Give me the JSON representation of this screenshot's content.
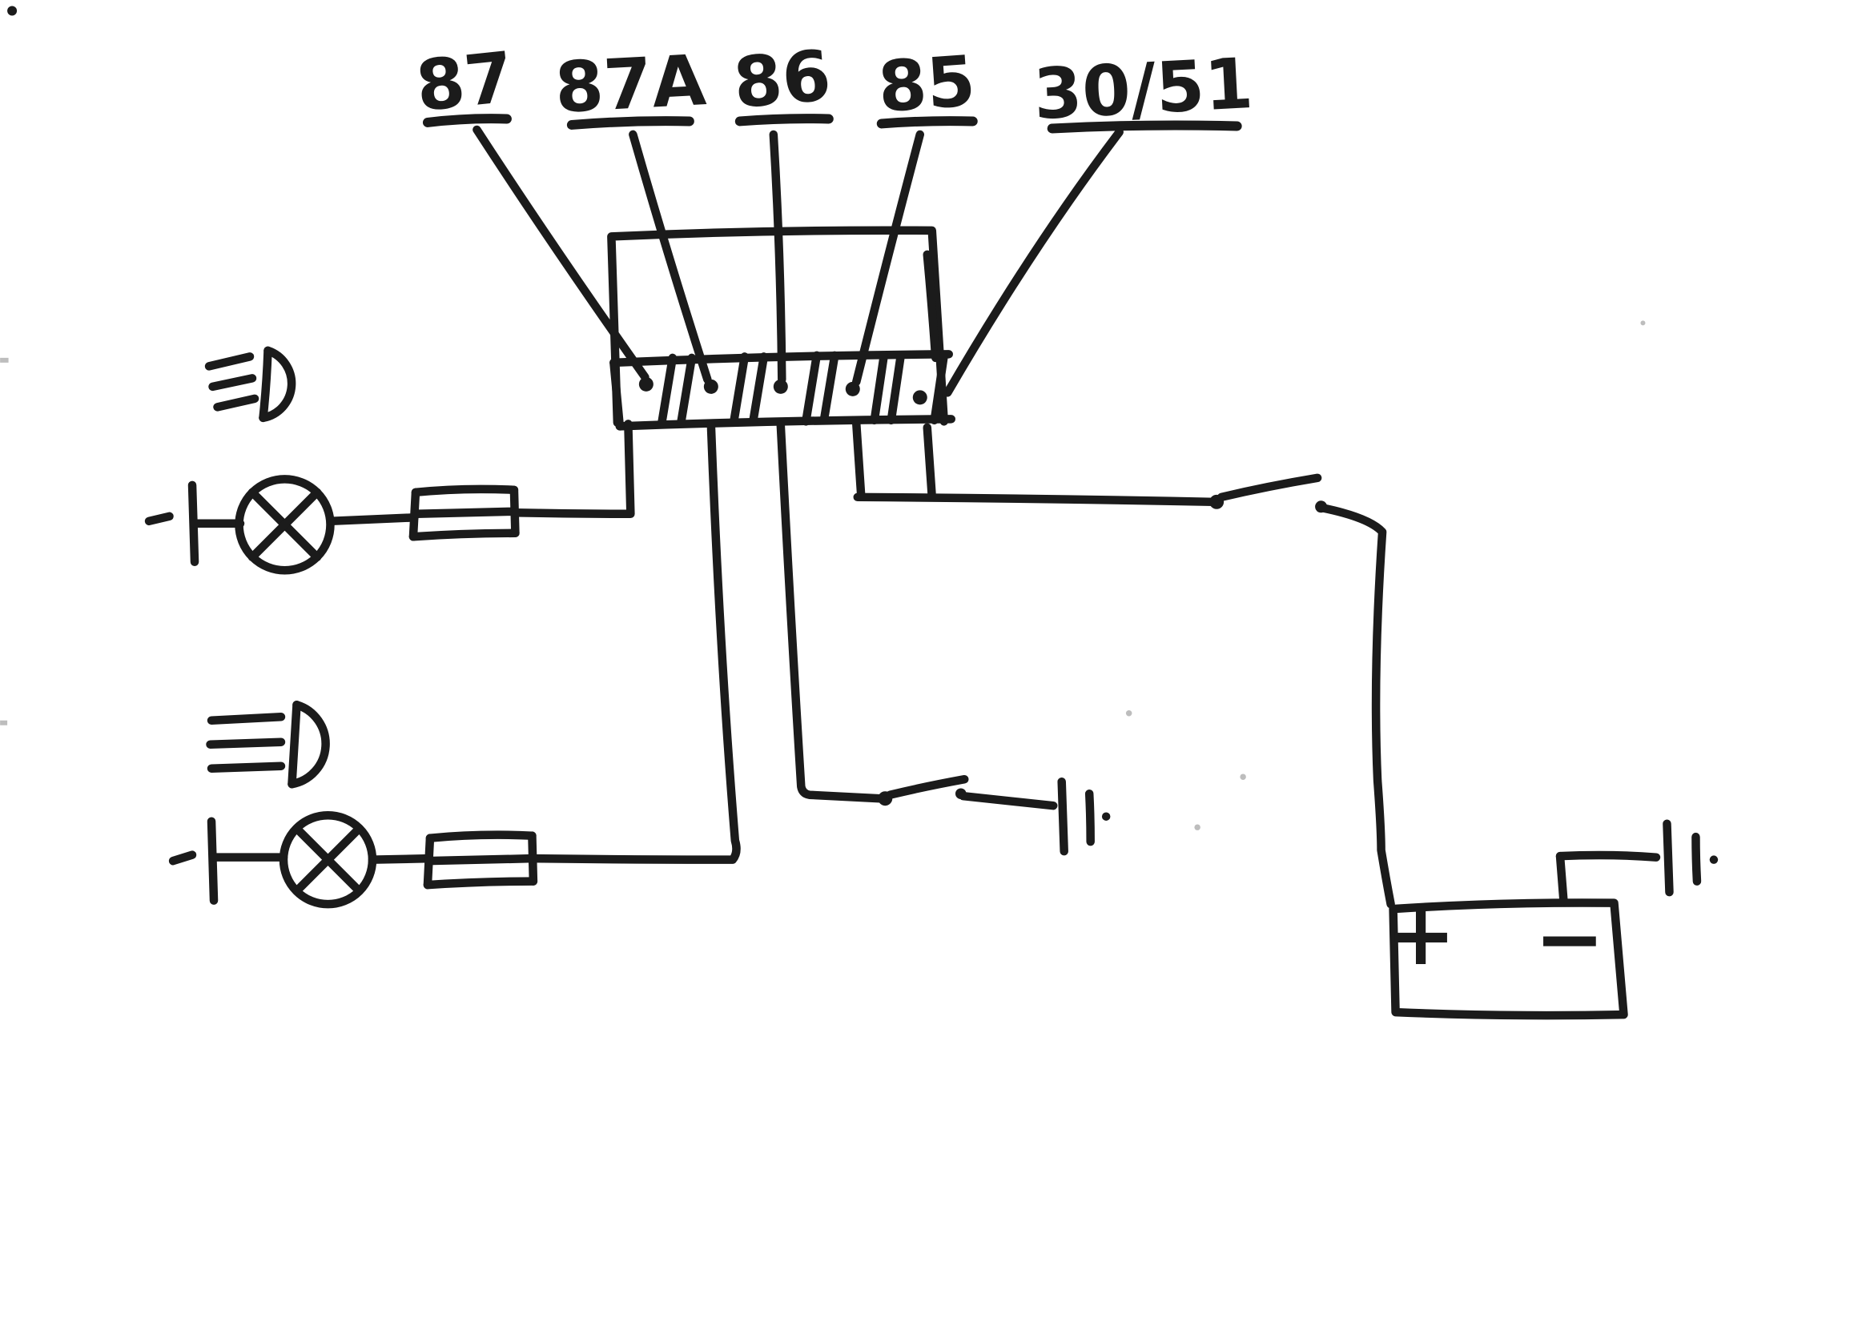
{
  "diagram": {
    "type": "hand-drawn automotive relay wiring diagram",
    "colors": {
      "ink": "#1b1b1b",
      "paper": "#ffffff"
    },
    "relay": {
      "terminals": [
        {
          "label": "87"
        },
        {
          "label": "87A"
        },
        {
          "label": "86"
        },
        {
          "label": "85"
        },
        {
          "label": "30/51"
        }
      ]
    },
    "battery": {
      "positive_label": "+",
      "negative_label": "−"
    },
    "icons": {
      "high_beam": "high-beam-headlamp-icon",
      "low_beam": "low-beam-headlamp-icon",
      "lamp": "lamp-cross-circle-icon",
      "fuse": "fuse-icon",
      "ground": "chassis-ground-icon",
      "switch": "open-switch-icon",
      "battery": "battery-icon"
    }
  }
}
